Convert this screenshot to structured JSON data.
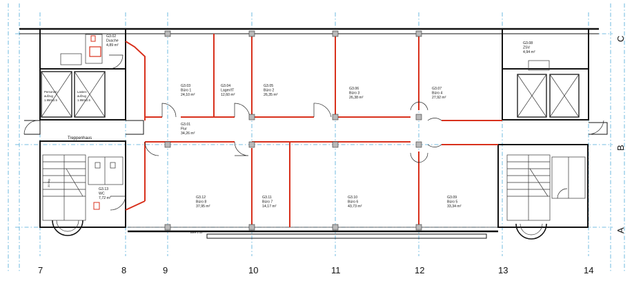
{
  "axes": {
    "columns": [
      "7",
      "8",
      "9",
      "10",
      "11",
      "12",
      "13",
      "14"
    ],
    "rows": [
      "C",
      "B",
      "A"
    ]
  },
  "rooms": [
    {
      "id": "G3.02",
      "name": "Dusche",
      "area": "4,89 m²"
    },
    {
      "id": "G3.03",
      "name": "Büro 1",
      "area": "24,10 m²"
    },
    {
      "id": "G3.04",
      "name": "Lager/IT",
      "area": "12,60 m²"
    },
    {
      "id": "G3.05",
      "name": "Büro 2",
      "area": "26,35 m²"
    },
    {
      "id": "G3.06",
      "name": "Büro 3",
      "area": "26,38 m²"
    },
    {
      "id": "G3.07",
      "name": "Büro 4",
      "area": "27,92 m²"
    },
    {
      "id": "G3.08",
      "name": "ZSV",
      "area": "4,94 m²"
    },
    {
      "id": "G3.01",
      "name": "Flur",
      "area": "34,26 m²"
    },
    {
      "id": "G3.12",
      "name": "Büro 8",
      "area": "37,95 m²"
    },
    {
      "id": "G3.11",
      "name": "Büro 7",
      "area": "14,17 m²"
    },
    {
      "id": "G3.10",
      "name": "Büro 6",
      "area": "43,73 m²"
    },
    {
      "id": "G3.09",
      "name": "Büro 5",
      "area": "33,34 m²"
    },
    {
      "id": "G3.13",
      "name": "WC",
      "area": "7,72 m²"
    }
  ],
  "labels": {
    "stair": "Treppenhaus",
    "lift1": [
      "Personen-",
      "aufzug",
      "1.950x2.5"
    ],
    "lift2": [
      "Lasten-",
      "aufzug",
      "1.950x2.5"
    ],
    "brh": "BRH 1.10",
    "stair_note": "20 Stg."
  },
  "colors": {
    "wall": "#111111",
    "new_wall": "#d8301c",
    "grid": "#4aa8d8",
    "column": "#b9b9b9"
  }
}
